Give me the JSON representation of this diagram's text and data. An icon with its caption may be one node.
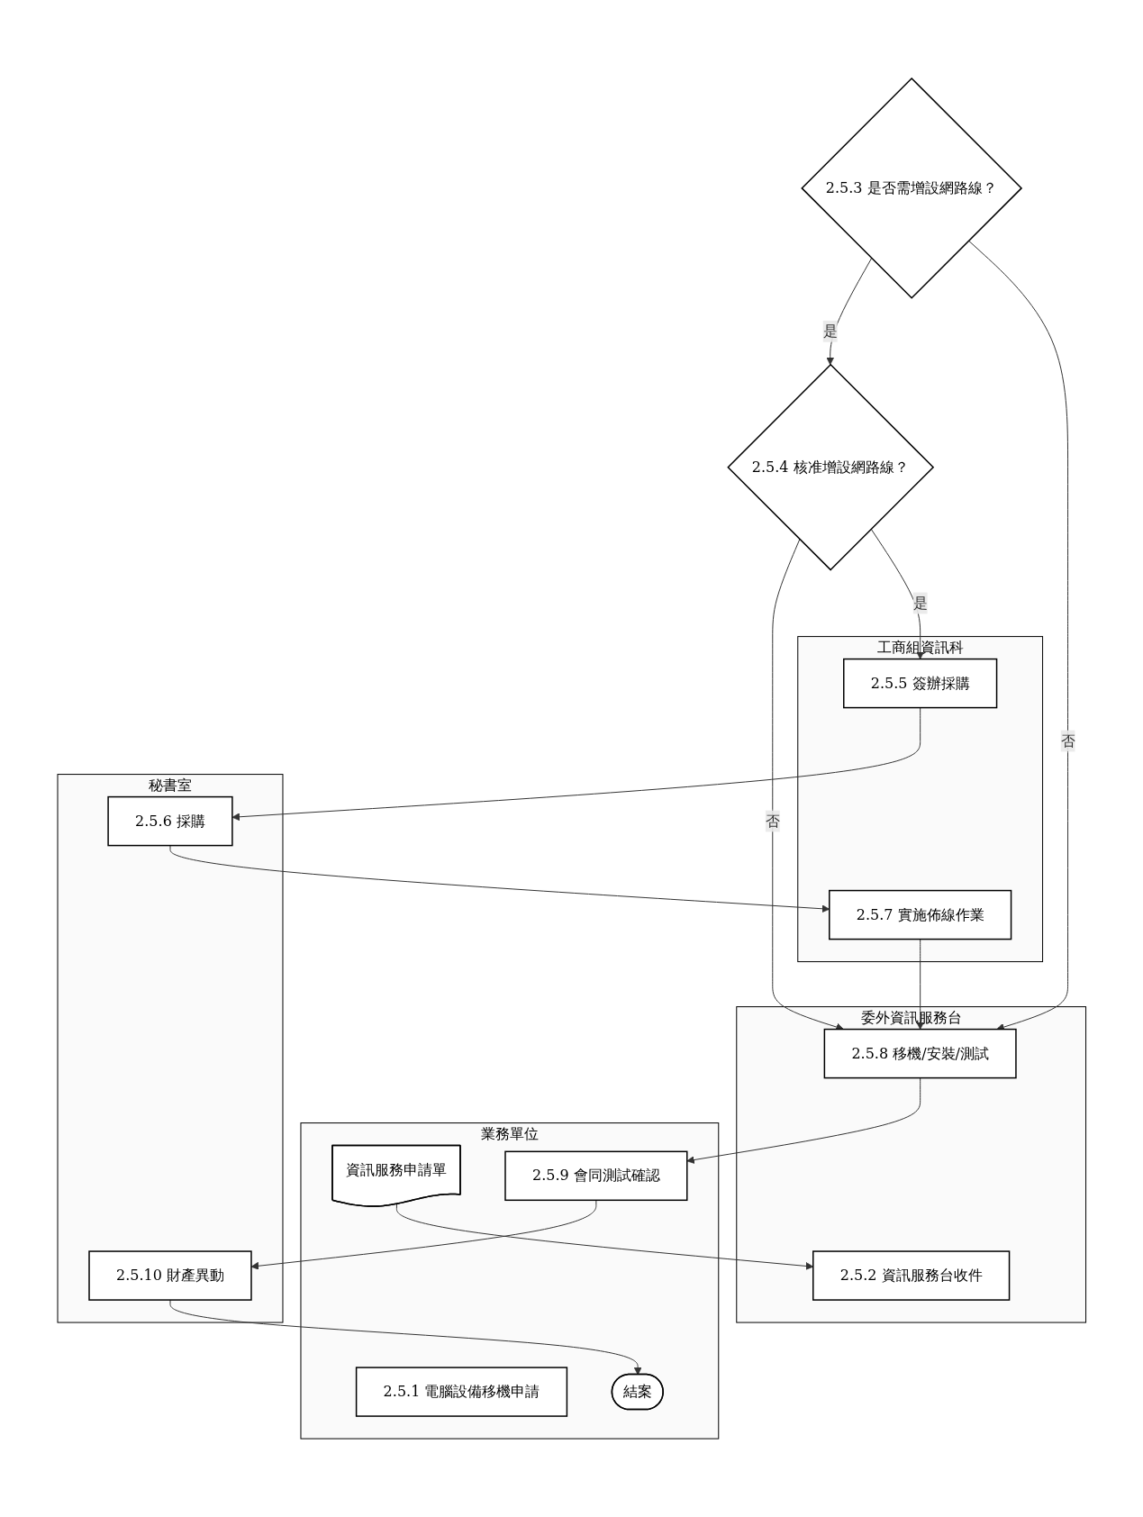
{
  "diagram": {
    "nodes": [
      {
        "text": [
          "業務單位"
        ]
      },
      {
        "text": [
          "委外資訊服務台"
        ]
      },
      {
        "text": [
          "工商組資訊科"
        ]
      },
      {
        "text": [
          "秘書室"
        ]
      },
      {
        "text": [
          "2.5.1 電腦設備移機申請"
        ],
        "in": 0
      },
      {
        "text": [
          "資訊服務申請單"
        ],
        "in": 0
      },
      {
        "text": [
          "2.5.2 資訊服務台收件"
        ],
        "in": 1
      },
      {
        "text": [
          "2.5.3 是否需增設網路線？"
        ]
      },
      {
        "text": [
          "2.5.4 核准增設網路線？"
        ]
      },
      {
        "text": [
          "2.5.5 簽辦採購"
        ],
        "in": 2
      },
      {
        "text": [
          "2.5.6 採購"
        ],
        "in": 3
      },
      {
        "text": [
          "2.5.7 實施佈線作業"
        ],
        "in": 2
      },
      {
        "text": [
          "2.5.8 移機/安裝/測試"
        ],
        "in": 1
      },
      {
        "text": [
          "2.5.9 會同測試確認"
        ],
        "in": 0
      },
      {
        "text": [
          "2.5.10 財產異動"
        ],
        "in": 3
      },
      {
        "text": [
          "結案"
        ],
        "in": 0
      }
    ],
    "edges": [
      {
        "from": 5,
        "to": 6,
        "arrow": "to"
      },
      {
        "from": 7,
        "to": 8,
        "arrow": "to",
        "label": "是"
      },
      {
        "from": 7,
        "to": 12,
        "arrow": "to",
        "label": "否"
      },
      {
        "from": 8,
        "to": 12,
        "arrow": "to",
        "label": "否"
      },
      {
        "from": 8,
        "to": 9,
        "arrow": "to",
        "label": "是"
      },
      {
        "from": 9,
        "to": 10,
        "arrow": "to"
      },
      {
        "from": 10,
        "to": 11,
        "arrow": "to"
      },
      {
        "from": 11,
        "to": 12,
        "arrow": "to"
      },
      {
        "from": 12,
        "to": 13,
        "arrow": "to"
      },
      {
        "from": 13,
        "to": 14,
        "arrow": "to"
      },
      {
        "from": 14,
        "to": 15,
        "arrow": "to"
      }
    ]
  }
}
